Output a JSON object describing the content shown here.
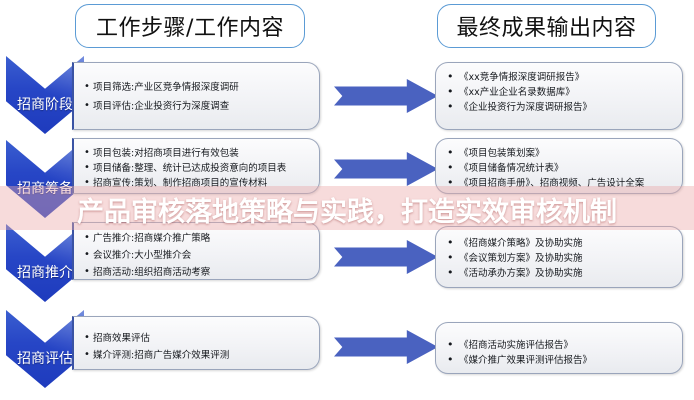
{
  "headers": {
    "left": "工作步骤/工作内容",
    "right": "最终成果输出内容"
  },
  "stages": [
    {
      "label": "招商阶段"
    },
    {
      "label": "招商筹备"
    },
    {
      "label": "招商推介"
    },
    {
      "label": "招商评估"
    }
  ],
  "work_content": [
    {
      "items": [
        "项目筛选:产业区竞争情报深度调研",
        "项目评估:企业投资行为深度调查"
      ]
    },
    {
      "items": [
        "项目包装:对招商项目进行有效包装",
        "项目储备:整理、统计已达成投资意向的项目表",
        "招商宣传:策划、制作招商项目的宣传材料"
      ]
    },
    {
      "items": [
        "广告推介:招商媒介推广策略",
        "会议推介:大小型推介会",
        "招商活动:组织招商活动考察"
      ]
    },
    {
      "items": [
        "招商效果评估",
        "媒介评测:招商广告媒介效果评测"
      ]
    }
  ],
  "output_content": [
    {
      "items": [
        "《xx竞争情报深度调研报告》",
        "《xx产业企业名录数据库》",
        "《企业投资行为深度调研报告》"
      ]
    },
    {
      "items": [
        "《项目包装策划案》",
        "《项目储备情况统计表》",
        "《项目招商手册》、招商视频、广告设计全案"
      ]
    },
    {
      "items": [
        "《招商媒介策略》及协助实施",
        "《会议策划方案》及协助实施",
        "《活动承办方案》及协助实施"
      ]
    },
    {
      "items": [
        "《招商活动实施评估报告》",
        "《媒介推广效果评测评估报告》"
      ]
    }
  ],
  "watermark": {
    "text": "产品审核落地策略与实践，打造实效审核机制"
  },
  "colors": {
    "header_border": "#5b9bd5",
    "chevron": "#2746c6",
    "arrow": "#4a62c0",
    "card_border": "#9aa5bb",
    "watermark_band": "#ecaaaa"
  }
}
